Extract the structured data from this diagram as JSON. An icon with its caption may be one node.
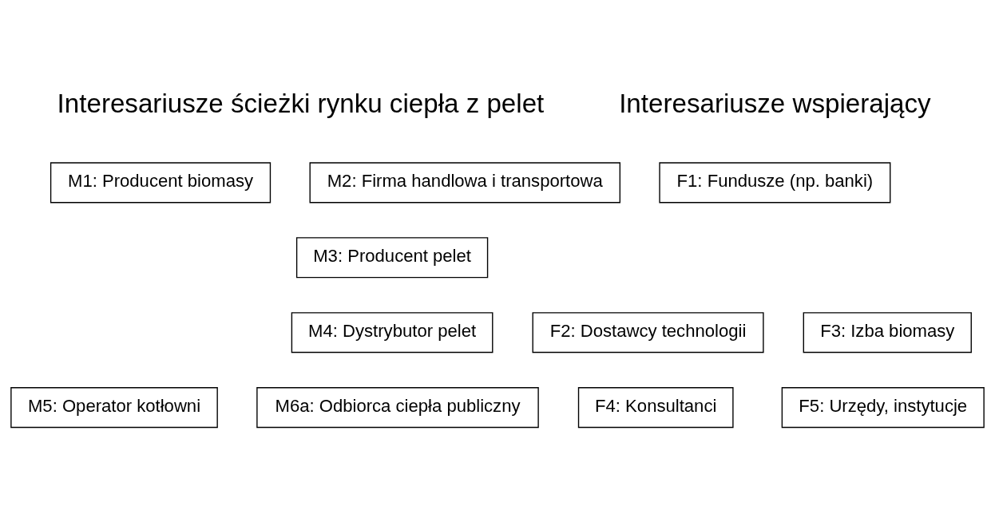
{
  "diagram": {
    "nodes": [
      {
        "text": [
          "M1: Producent biomasy"
        ]
      },
      {
        "text": [
          "M2: Firma handlowa i transportowa"
        ]
      },
      {
        "text": [
          "M3: Producent pelet"
        ]
      },
      {
        "text": [
          "M4: Dystrybutor pelet"
        ]
      },
      {
        "text": [
          "M5: Operator kotłowni"
        ]
      },
      {
        "text": [
          "M6a: Odbiorca ciepła publiczny"
        ]
      },
      {
        "text": [
          "F1: Fundusze (np. banki)"
        ]
      },
      {
        "text": [
          "F2: Dostawcy technologii"
        ]
      },
      {
        "text": [
          "F3: Izba biomasy"
        ]
      },
      {
        "text": [
          "F4: Konsultanci"
        ]
      },
      {
        "text": [
          "F5: Urzędy, instytucje"
        ]
      }
    ],
    "edges": [],
    "labels": [
      "Interesariusze ścieżki rynku ciepła z pelet",
      "Interesariusze wspierający"
    ]
  }
}
